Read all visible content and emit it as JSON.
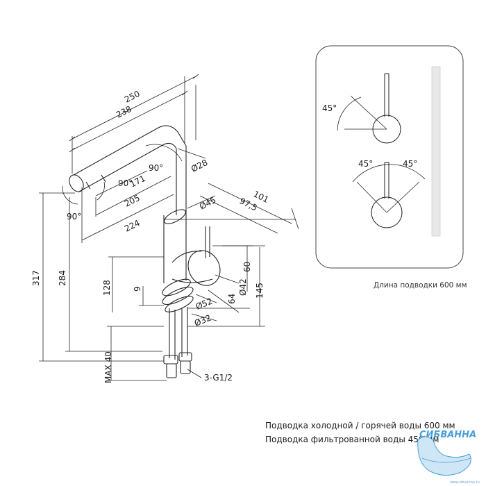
{
  "dimensions": {
    "d250": "250",
    "d238": "238",
    "d90_top": "90°",
    "d90_mid": "90°",
    "d90_left": "90°",
    "d171": "171",
    "d205": "205",
    "d224": "224",
    "d28": "Ø28",
    "d45": "Ø45",
    "d101": "101",
    "d97_5": "97,5",
    "d60": "60",
    "d42": "Ø42",
    "d64": "64",
    "d145": "145",
    "d52": "Ø52",
    "d32": "Ø32",
    "d317": "317",
    "d284": "284",
    "d128": "128",
    "d9": "9",
    "dmax40": "MAX 40",
    "thread": "3-G1/2"
  },
  "handle_panel": {
    "angle_top": "45°",
    "angle_left": "45°",
    "angle_right": "45°",
    "caption": "Длина подводки 600 мм"
  },
  "notes": {
    "line1": "Подводка холодной / горячей воды 600 мм",
    "line2": "Подводка фильтрованной воды 450 мм"
  },
  "watermark": {
    "brand": "СИБВАННА",
    "url": "www.sibvanna.ru"
  },
  "colors": {
    "line": "#222222",
    "panel_border": "#444444",
    "brand": "#4a9fd8"
  }
}
